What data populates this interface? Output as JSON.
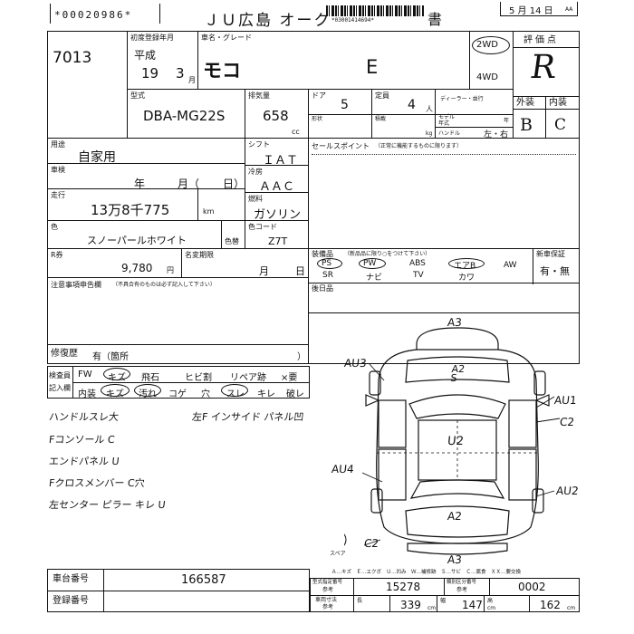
{
  "header": {
    "stock_no": "*00020986*",
    "title": "ＪＵ広島 オーク",
    "title_suffix": "書",
    "barcode_text": "*03001414694*",
    "date": "5 月 14 日",
    "date_suffix": "AA"
  },
  "entry": {
    "number": "7013"
  },
  "first_reg": {
    "label": "初度登録年月",
    "era": "平成",
    "year": "19",
    "month": "3",
    "month_unit": "月"
  },
  "name": {
    "label": "車名・グレード",
    "model": "モコ",
    "grade": "E"
  },
  "drive": {
    "two": "2WD",
    "four": "4WD"
  },
  "rating": {
    "label": "評価点",
    "value": "R",
    "ext_label": "外装",
    "int_label": "内装",
    "ext_value": "B",
    "int_value": "C"
  },
  "model_code": {
    "label": "型式",
    "value": "DBA-MG22S"
  },
  "displacement": {
    "label": "排気量",
    "value": "658",
    "unit": "cc"
  },
  "doors": {
    "label": "ドア",
    "value": "5"
  },
  "capacity": {
    "label": "定員",
    "value": "4",
    "unit": "人"
  },
  "dealer": {
    "label": "ディーラー・並行"
  },
  "shape": {
    "label": "形状"
  },
  "load": {
    "label": "積載",
    "unit": "kg"
  },
  "model_year": {
    "label": "モデル年式",
    "unit": "年"
  },
  "handle": {
    "label": "ハンドル",
    "value": "左・右"
  },
  "use": {
    "label": "用途",
    "value": "自家用"
  },
  "shift": {
    "label": "シフト",
    "value": "ＩＡＴ"
  },
  "inspection": {
    "label": "車検",
    "year": "年",
    "month": "月（",
    "day": "日）"
  },
  "ac": {
    "label": "冷房",
    "value": "ＡＡＣ"
  },
  "mileage": {
    "label": "走行",
    "value": "13万8千775",
    "unit": "km"
  },
  "fuel": {
    "label": "燃料",
    "value": "ガソリン"
  },
  "color": {
    "label": "色",
    "value": "スノーパールホワイト",
    "repaint_label": "色替",
    "code_label": "色コード",
    "code": "Z7T"
  },
  "recycle": {
    "label": "R券",
    "value": "9,780",
    "unit": "円",
    "change_label": "名変期限",
    "month": "月",
    "day": "日"
  },
  "notes": {
    "label": "注意事項申告欄",
    "sub": "（不具合有のものは必ず記入して下さい）"
  },
  "repair": {
    "label": "修復歴",
    "value": "有（箇所",
    "close": "）"
  },
  "sales_point": {
    "label": "セールスポイント",
    "sub": "（正常に機能するものに限ります）"
  },
  "equipment": {
    "label": "装備品",
    "sub": "（新品品に限り○をつけて下さい）",
    "row1": [
      "PS",
      "PW",
      "ABS",
      "エアB",
      "AW"
    ],
    "row2": [
      "SR",
      "ナビ",
      "TV",
      "カワ"
    ]
  },
  "new_guarantee": {
    "label": "新車保証",
    "value": "有・無"
  },
  "accessories": {
    "label": "後日品"
  },
  "inspector": {
    "label1": "検査員",
    "label2": "記入欄"
  },
  "checks": {
    "row1": [
      "FW",
      "キズ",
      "飛石",
      "ヒビ割",
      "リペア跡",
      "×要"
    ],
    "row2": [
      "内装",
      "キズ",
      "汚れ",
      "コゲ",
      "穴",
      "スレ",
      "キレ",
      "破レ"
    ]
  },
  "handwritten_notes": [
    "ハンドルスレ大",
    "左F インサイド パネル凹",
    "Fコンソール C",
    "エンドパネル U",
    "Fクロスメンバー C穴",
    "左センター ピラー キレ U"
  ],
  "diagram": {
    "marks": [
      "A3",
      "AU3",
      "A2 S",
      "AU1",
      "C2",
      "U2",
      "AU4",
      "AU2",
      "A2",
      "C2",
      "A3"
    ],
    "spare_label": "スペア",
    "legend": "Ａ…キズ　Ｅ…エクボ　Ｕ…凹み　Ｗ…補修跡　Ｓ…サビ　Ｃ…腐食　ＸＸ…要交換"
  },
  "footer": {
    "chassis_label": "車台番号",
    "chassis_value": "166587",
    "reg_label": "登録番号",
    "cat_label1": "型式指定番号",
    "cat_label2": "類別区分番号",
    "cat_sub1": "参考",
    "cat_sub2": "参考",
    "cat_value1": "15278",
    "cat_value2": "0002",
    "dim_label": "車両寸法",
    "dim_sub": "参考",
    "length_label": "長",
    "length": "339",
    "width_label": "幅",
    "width": "147",
    "height_label": "高",
    "height": "162",
    "unit": "cm"
  }
}
